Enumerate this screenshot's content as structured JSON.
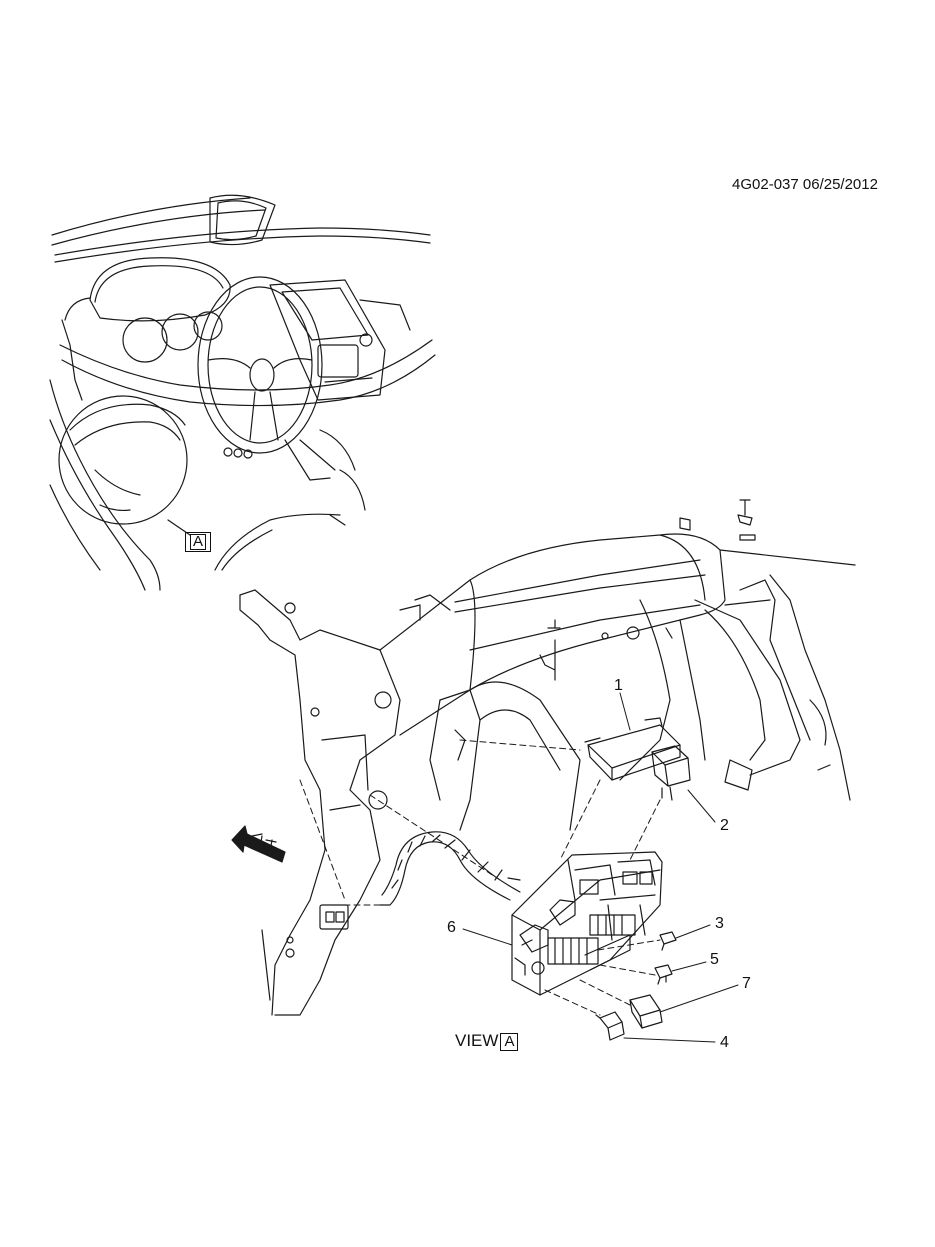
{
  "document_ref": "4G02-037 06/25/2012",
  "view": {
    "label": "VIEW",
    "letter": "A"
  },
  "detail_marker": "A",
  "callouts": [
    {
      "id": "1",
      "label": "1"
    },
    {
      "id": "2",
      "label": "2"
    },
    {
      "id": "3",
      "label": "3"
    },
    {
      "id": "4",
      "label": "4"
    },
    {
      "id": "5",
      "label": "5"
    },
    {
      "id": "6",
      "label": "6"
    },
    {
      "id": "7",
      "label": "7"
    }
  ],
  "front_arrow_text": "FRT",
  "line_color": "#1a1a1a"
}
